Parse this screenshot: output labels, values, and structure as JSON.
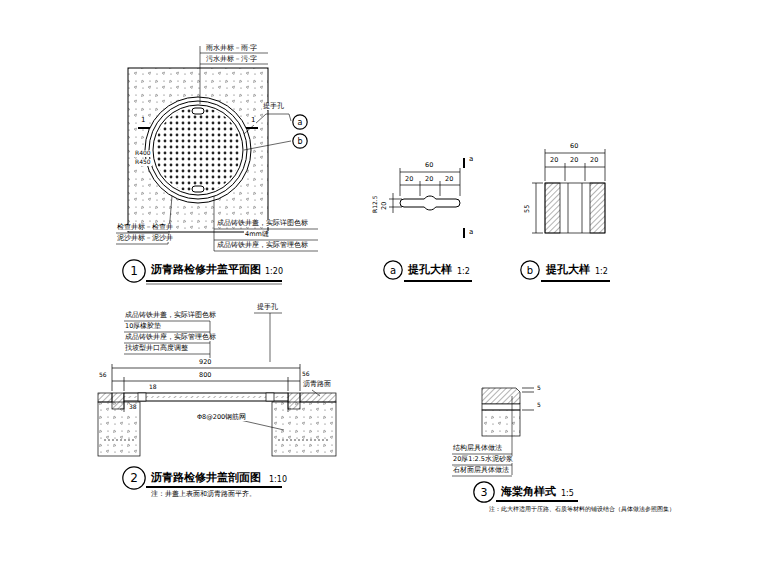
{
  "diagram": {
    "nodes": [
      {
        "text": [
          "a"
        ]
      },
      {
        "text": [
          "b"
        ]
      },
      {
        "text": [
          "1"
        ]
      },
      {
        "text": [
          "a"
        ]
      },
      {
        "text": [
          "b"
        ]
      },
      {
        "text": [
          "2"
        ]
      },
      {
        "text": [
          "3"
        ]
      }
    ],
    "labels": [
      "雨水井标－雨·字",
      "污水井标－污·字",
      "提手孔",
      "R400",
      "R450",
      "1",
      "1",
      "检查井标－检查井",
      "泥沙井标－泥沙井",
      "成品铸铁井盖，实际详图色标",
      "4mm缝",
      "成品铸铁井座，实际管理色标",
      "沥青路检修井盖平面图",
      "1:20",
      "60",
      "20",
      "20",
      "20",
      "20",
      "R12.5",
      "a",
      "a",
      "提孔大样",
      "1:2",
      "60",
      "20",
      "20",
      "20",
      "55",
      "提孔大样",
      "1:2",
      "成品铸铁井盖，实际详图色标",
      "10厚橡胶垫",
      "成品铸铁井座，实际管理色标",
      "找坡型井口高度调整",
      "提手孔",
      "920",
      "800",
      "56",
      "56",
      "沥青路面",
      "18",
      "38",
      "Φ8@200钢筋网",
      "沥青路检修井盖剖面图",
      "1:10",
      "注：井盖上表面和沥青路面平齐。",
      "5",
      "5",
      "结构层具体做法",
      "20厚1:2.5水泥砂浆",
      "石材面层具体做法",
      "海棠角样式",
      "1:5",
      "注：此大样适用于压路、石质等材料的铺设结合（具体做法参照图集）"
    ]
  }
}
